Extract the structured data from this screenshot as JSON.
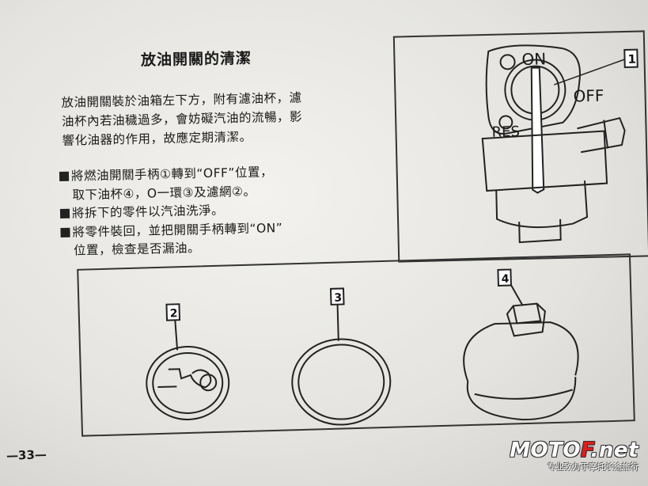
{
  "title": "放油開關的清潔",
  "paragraph": [
    "放油開關裝於油箱左下方，附有濾油杯，濾",
    "油杯內若油穢過多，會妨礙汽油的流暢，影",
    "響化油器的作用，故應定期清潔。"
  ],
  "steps": [
    {
      "lines": [
        "將燃油開關手柄①轉到“OFF”位置，",
        "取下油杯④，O一環③及濾網②。"
      ]
    },
    {
      "lines": [
        "將拆下的零件以汽油洗淨。"
      ]
    },
    {
      "lines": [
        "將零件裝回，並把開關手柄轉到“ON”",
        "位置，檢查是否漏油。"
      ]
    }
  ],
  "top_diagram": {
    "on_label": "ON",
    "off_label": "OFF",
    "res_label": "RES",
    "callout": "1"
  },
  "bottom_diagram": {
    "callouts": [
      "2",
      "3",
      "4"
    ]
  },
  "page_number": "—33—",
  "watermark": {
    "brand_a": "MOTO",
    "brand_b": "F",
    "brand_c": ".net",
    "slogan": "专业致力于摩托长途旅行"
  }
}
